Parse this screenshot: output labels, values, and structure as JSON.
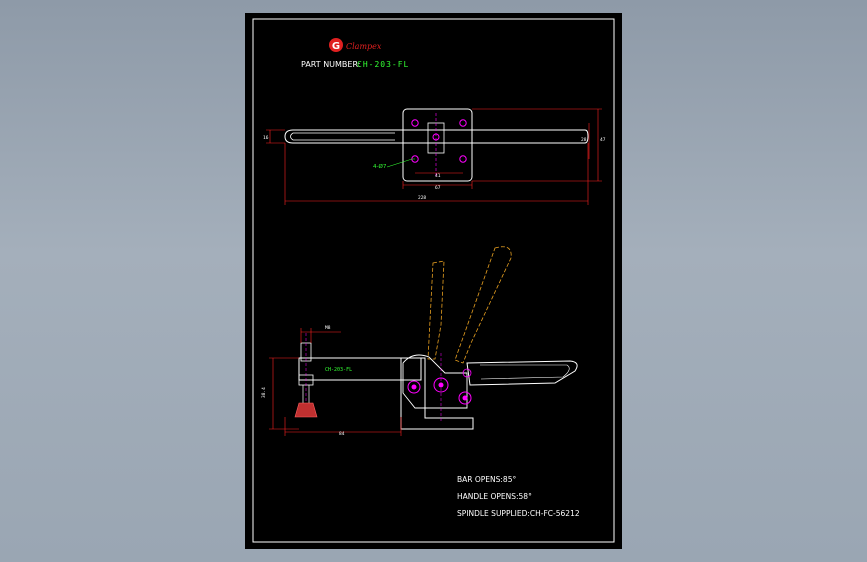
{
  "title_block": {
    "logo_letter": "G",
    "brand": "Clampex",
    "part_number_label": "PART NUMBER:",
    "part_number_value": "CH-203-FL"
  },
  "top_view": {
    "dim_hole_callout": "4-Ø7",
    "dim_total_length": "228",
    "dim_base_width": "67",
    "dim_base_inner": "41",
    "dim_left_height": "16",
    "dim_right_height_outer": "47",
    "dim_right_height_inner": "28"
  },
  "side_view": {
    "bar_label": "CH-203-FL",
    "dim_thread": "M8",
    "dim_reach": "84",
    "dim_height": "38.4"
  },
  "notes": {
    "bar_opens": "BAR OPENS:85°",
    "handle_opens": "HANDLE OPENS:58°",
    "spindle": "SPINDLE SUPPLIED:CH-FC-56212"
  },
  "colors": {
    "sheet_bg": "#000000",
    "frame": "#ffffff",
    "part": "#ffffff",
    "dimension": "#ff2020",
    "hole": "#ff00ff",
    "open_position": "#e8a020",
    "text_green": "#33ff33",
    "handle_grip": "#d03030"
  }
}
